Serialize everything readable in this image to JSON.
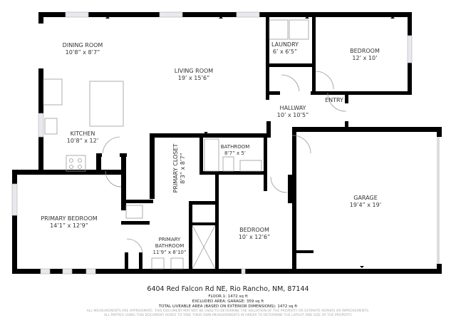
{
  "plan": {
    "rooms": [
      {
        "id": "dining",
        "name": "DINING ROOM",
        "dims": "10’8” x 8’7”"
      },
      {
        "id": "living",
        "name": "LIVING ROOM",
        "dims": "19’ x 15’6”"
      },
      {
        "id": "laundry",
        "name": "LAUNDRY",
        "dims": "6’ x 6’5”"
      },
      {
        "id": "bedroom1",
        "name": "BEDROOM",
        "dims": "12’ x 10’"
      },
      {
        "id": "hallway",
        "name": "HALLWAY",
        "dims": "10’ x 10’5”"
      },
      {
        "id": "entry",
        "name": "ENTRY",
        "dims": ""
      },
      {
        "id": "kitchen",
        "name": "KITCHEN",
        "dims": "10’8” x 12’"
      },
      {
        "id": "primary_closet",
        "name": "PRIMARY CLOSET",
        "dims": "8’3” x 8’7”"
      },
      {
        "id": "bathroom",
        "name": "BATHROOM",
        "dims": "8’7” x 5’"
      },
      {
        "id": "garage",
        "name": "GARAGE",
        "dims": "19’4” x 19’"
      },
      {
        "id": "primary_bedroom",
        "name": "PRIMARY BEDROOM",
        "dims": "14’1” x 12’9”"
      },
      {
        "id": "bedroom2",
        "name": "BEDROOM",
        "dims": "10’ x 12’6”"
      },
      {
        "id": "primary_bathroom",
        "name_line1": "PRIMARY",
        "name": "BATHROOM",
        "dims": "11’9” x 8’10”"
      }
    ]
  },
  "footer": {
    "address": "6404 Red Falcon Rd NE, Rio Rancho, NM, 87144",
    "floor": "FLOOR 1: 1472 sq ft",
    "excluded": "EXCLUDED AREA: GARAGE: 359 sq ft",
    "total": "TOTAL LIVEABLE AREA (BASED ON EXTERIOR DIMENSIONS): 1472 sq ft",
    "disclaimer_1": "ALL MEASUREMENTS ARE APPROXIMATE. THIS DOCUMENT MAY NOT BE USED TO DETERMINE THE VALUATION OF THE PROPERTY OR ESTIMATE REPAIRS OR IMPROVEMENTS.",
    "disclaimer_2": "ALL PARTIES USING THIS DOCUMENT AGREE TO TAKE THEIR OWN MEASUREMENTS IN ORDER TO DETERMINE THE LAYOUT AND SIZE OF THE PROPERTY."
  },
  "colors": {
    "wall": "#000000",
    "fixture": "#999999",
    "window": "#cfcfd6",
    "text": "#333333",
    "disclaimer": "#aaaaaa"
  }
}
